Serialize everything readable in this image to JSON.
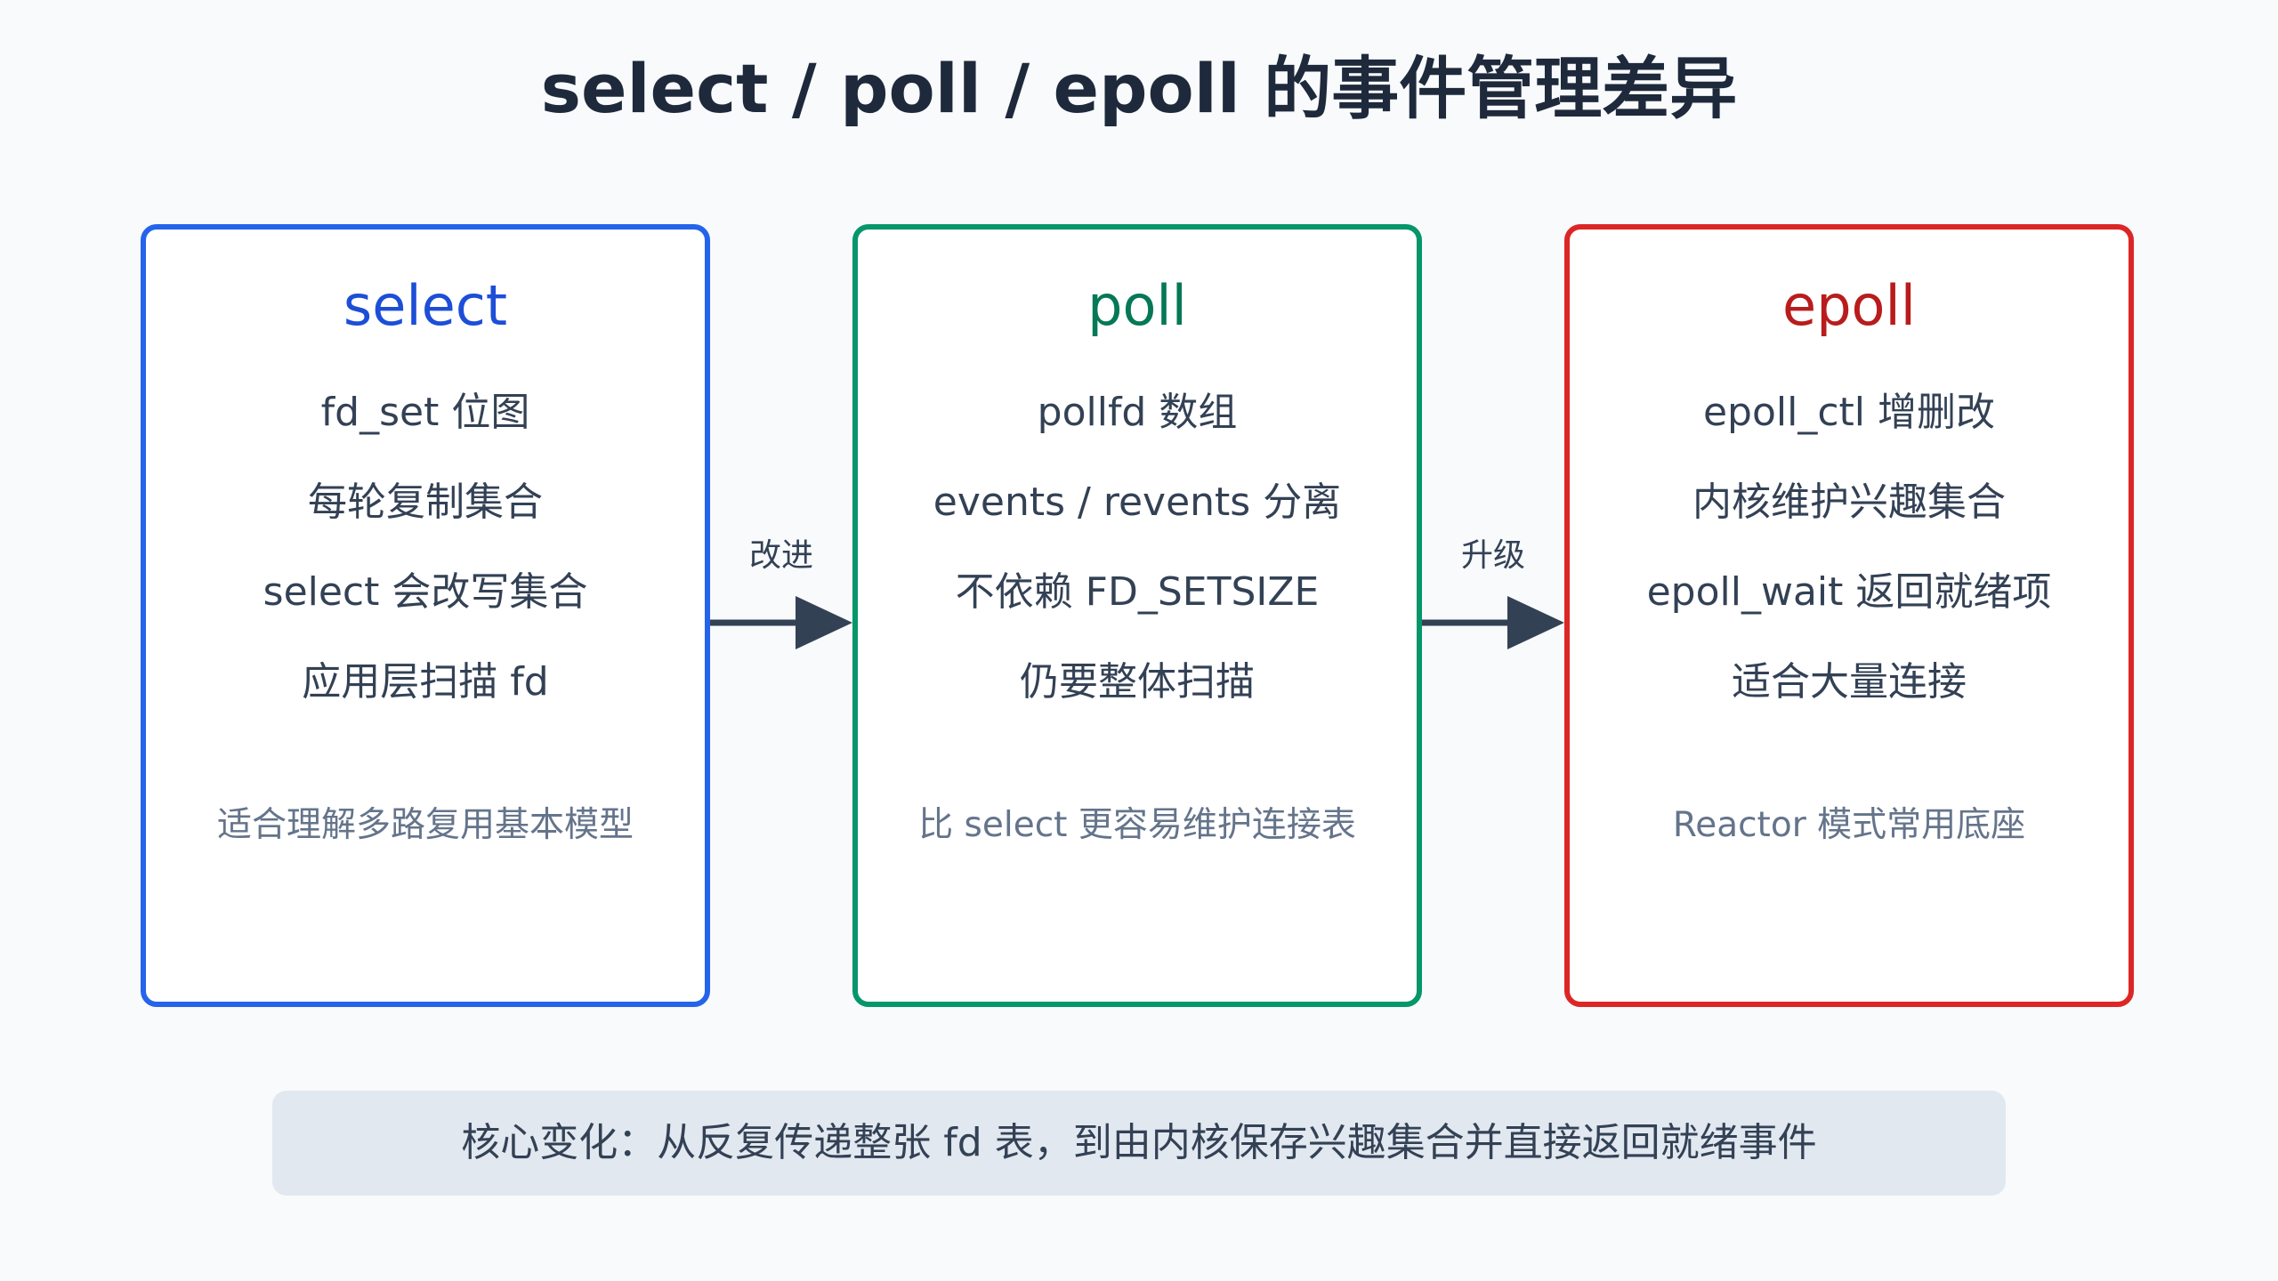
{
  "title": "select / poll / epoll 的事件管理差异",
  "cards": [
    {
      "heading": "select",
      "items": [
        "fd_set 位图",
        "每轮复制集合",
        "select 会改写集合",
        "应用层扫描 fd"
      ],
      "note": "适合理解多路复用基本模型",
      "color": "#2563eb"
    },
    {
      "heading": "poll",
      "items": [
        "pollfd 数组",
        "events / revents 分离",
        "不依赖 FD_SETSIZE",
        "仍要整体扫描"
      ],
      "note": "比 select 更容易维护连接表",
      "color": "#059669"
    },
    {
      "heading": "epoll",
      "items": [
        "epoll_ctl 增删改",
        "内核维护兴趣集合",
        "epoll_wait 返回就绪项",
        "适合大量连接"
      ],
      "note": "Reactor 模式常用底座",
      "color": "#dc2626"
    }
  ],
  "connectors": [
    {
      "label": "改进"
    },
    {
      "label": "升级"
    }
  ],
  "summary": "核心变化：从反复传递整张 fd 表，到由内核保存兴趣集合并直接返回就绪事件"
}
